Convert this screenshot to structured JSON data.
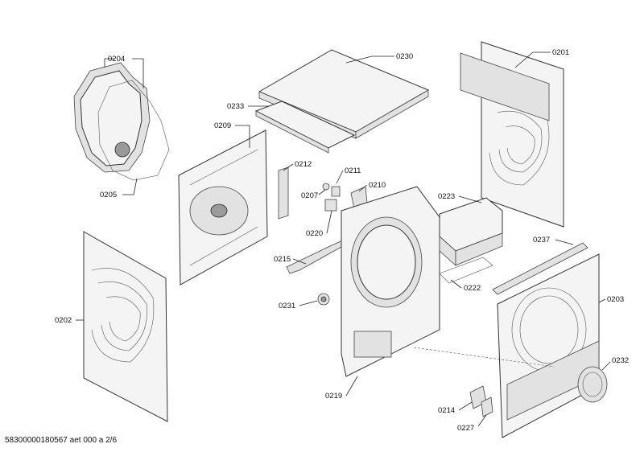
{
  "diagram": {
    "labels": [
      {
        "id": "0204",
        "text": "0204"
      },
      {
        "id": "0230",
        "text": "0230"
      },
      {
        "id": "0201",
        "text": "0201"
      },
      {
        "id": "0233",
        "text": "0233"
      },
      {
        "id": "0209",
        "text": "0209"
      },
      {
        "id": "0212",
        "text": "0212"
      },
      {
        "id": "0211",
        "text": "0211"
      },
      {
        "id": "0207",
        "text": "0207"
      },
      {
        "id": "0210",
        "text": "0210"
      },
      {
        "id": "0205",
        "text": "0205"
      },
      {
        "id": "0223",
        "text": "0223"
      },
      {
        "id": "0220",
        "text": "0220"
      },
      {
        "id": "0237",
        "text": "0237"
      },
      {
        "id": "0215",
        "text": "0215"
      },
      {
        "id": "0222",
        "text": "0222"
      },
      {
        "id": "0203",
        "text": "0203"
      },
      {
        "id": "0231",
        "text": "0231"
      },
      {
        "id": "0202",
        "text": "0202"
      },
      {
        "id": "0232",
        "text": "0232"
      },
      {
        "id": "0219",
        "text": "0219"
      },
      {
        "id": "0214",
        "text": "0214"
      },
      {
        "id": "0227",
        "text": "0227"
      }
    ],
    "footer": "58300000180567 aet 000 a 2/6"
  }
}
